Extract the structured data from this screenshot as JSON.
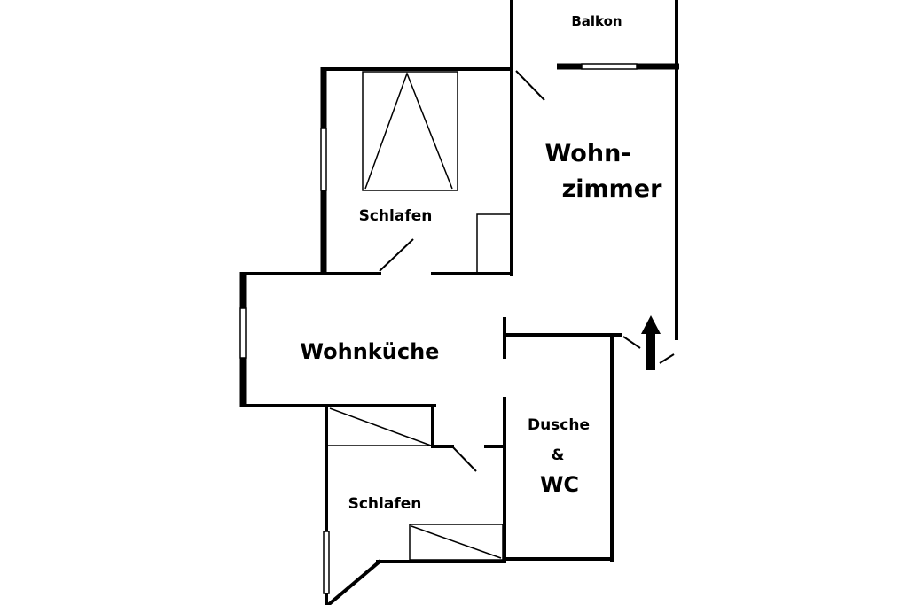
{
  "rooms": {
    "balkon": "Balkon",
    "wohnzimmer_line1": "Wohn-",
    "wohnzimmer_line2": "zimmer",
    "schlafen_top": "Schlafen",
    "wohnkueche": "Wohnküche",
    "dusche_line1": "Dusche",
    "dusche_line2": "&",
    "dusche_line3": "WC",
    "schlafen_bottom": "Schlafen"
  },
  "colors": {
    "wall": "#000000",
    "background": "#ffffff"
  },
  "icons": {
    "entrance": "entrance-arrow-icon"
  }
}
